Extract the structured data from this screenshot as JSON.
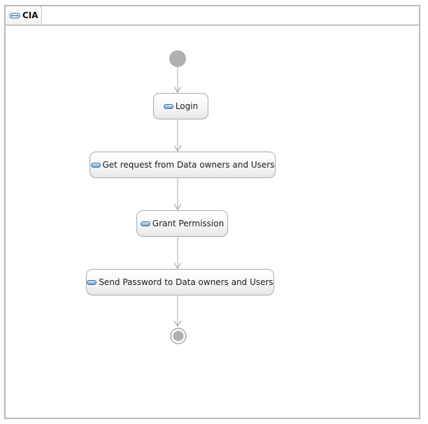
{
  "diagram_tab": {
    "title": "CIA",
    "icon": "activity-diagram-icon"
  },
  "activity_diagram": {
    "nodes": [
      {
        "id": "login",
        "label": "Login"
      },
      {
        "id": "get-request",
        "label": "Get request from Data owners and Users"
      },
      {
        "id": "grant-permission",
        "label": "Grant Permission"
      },
      {
        "id": "send-password",
        "label": "Send Password to Data owners and Users"
      }
    ],
    "colors": {
      "initial_node": "#b0b0b0",
      "edge": "#a8a8a8",
      "node_border": "#a9a9a9",
      "action_icon": "#6fa5d6"
    }
  }
}
